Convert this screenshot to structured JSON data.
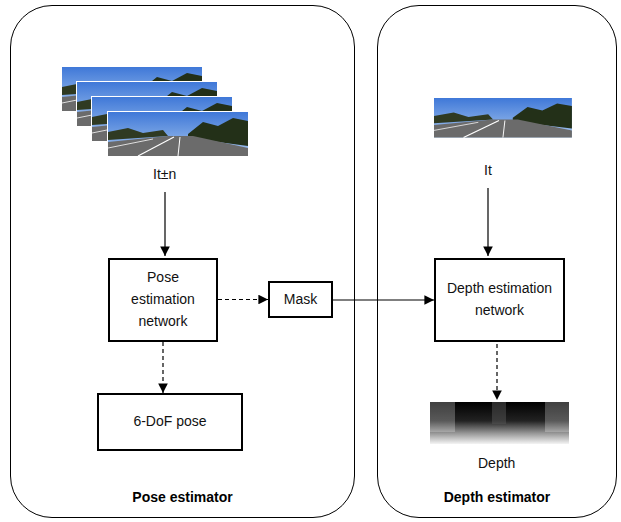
{
  "diagram": {
    "nodes": [
      {
        "text": [
          "Pose estimator"
        ]
      },
      {
        "text": [
          "Depth estimator"
        ]
      },
      {
        "text": [
          "Pose estimation network"
        ],
        "in": 0
      },
      {
        "text": [
          "Mask"
        ],
        "in": 0
      },
      {
        "text": [
          "6-DoF pose"
        ],
        "in": 0
      },
      {
        "text": [
          "Depth estimation network"
        ],
        "in": 1
      }
    ],
    "edges": [
      {
        "from": 2,
        "to": 3,
        "arrow": "to"
      },
      {
        "from": 3,
        "to": 5,
        "arrow": "to"
      },
      {
        "from": 2,
        "to": 4,
        "arrow": "to"
      }
    ],
    "labels": [
      "It±n",
      "It",
      "Depth"
    ]
  }
}
